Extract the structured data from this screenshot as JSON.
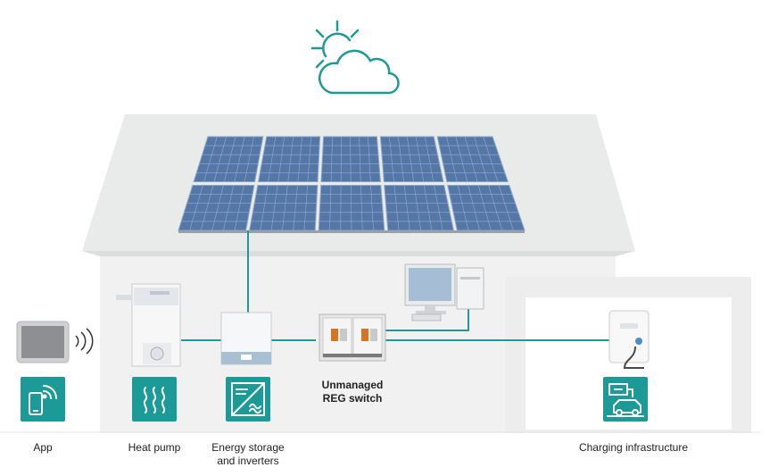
{
  "colors": {
    "teal": "#1b9a97",
    "roof": "#e9eaea",
    "wall": "#f1f1f1",
    "panel": "#5577a8"
  },
  "icons": {
    "weather": "sun-cloud-icon",
    "app": "smartphone-wifi-icon",
    "heat_pump": "heat-waves-icon",
    "storage": "dc-ac-inverter-icon",
    "charging": "ev-charging-icon"
  },
  "switch_label": {
    "line1": "Unmanaged",
    "line2": "REG switch"
  },
  "captions": {
    "app": "App",
    "heat_pump": "Heat pump",
    "storage_line1": "Energy storage",
    "storage_line2": "and inverters",
    "charging": "Charging infrastructure"
  }
}
